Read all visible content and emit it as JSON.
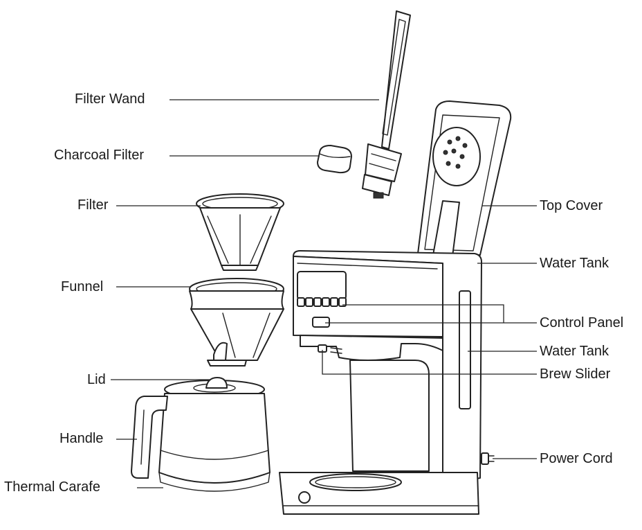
{
  "labels": {
    "filter_wand": "Filter Wand",
    "charcoal_filter": "Charcoal Filter",
    "filter": "Filter",
    "funnel": "Funnel",
    "lid": "Lid",
    "handle": "Handle",
    "thermal_carafe": "Thermal Carafe",
    "top_cover": "Top Cover",
    "water_tank_top": "Water Tank",
    "control_panel": "Control Panel",
    "water_tank_side": "Water Tank",
    "brew_slider": "Brew Slider",
    "power_cord": "Power Cord"
  }
}
